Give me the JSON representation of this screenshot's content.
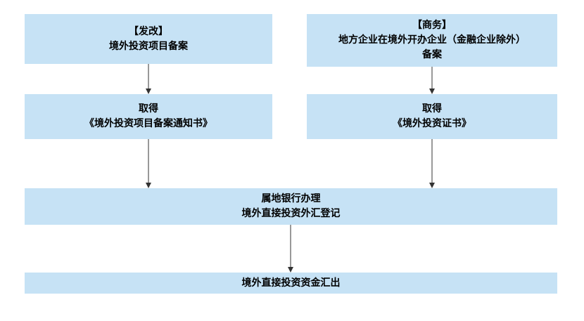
{
  "nodes": {
    "fagai": {
      "lines": [
        "【发改】",
        "境外投资项目备案"
      ]
    },
    "shangwu": {
      "lines": [
        "【商务】",
        "地方企业在境外开办企业（金融企业除外）",
        "备案"
      ]
    },
    "qude1": {
      "lines": [
        "取得",
        "《境外投资项目备案通知书》"
      ]
    },
    "qude2": {
      "lines": [
        "取得",
        "《境外投资证书》"
      ]
    },
    "bank": {
      "lines": [
        "属地银行办理",
        "境外直接投资外汇登记"
      ]
    },
    "outflow": {
      "lines": [
        "境外直接投资资金汇出"
      ]
    }
  },
  "edges": [
    {
      "from": "fagai",
      "to": "qude1"
    },
    {
      "from": "shangwu",
      "to": "qude2"
    },
    {
      "from": "qude1",
      "to": "bank"
    },
    {
      "from": "qude2",
      "to": "bank"
    },
    {
      "from": "bank",
      "to": "outflow"
    }
  ],
  "colors": {
    "box_fill": "#c6e2f5",
    "arrow": "#333333",
    "text": "#000000"
  }
}
